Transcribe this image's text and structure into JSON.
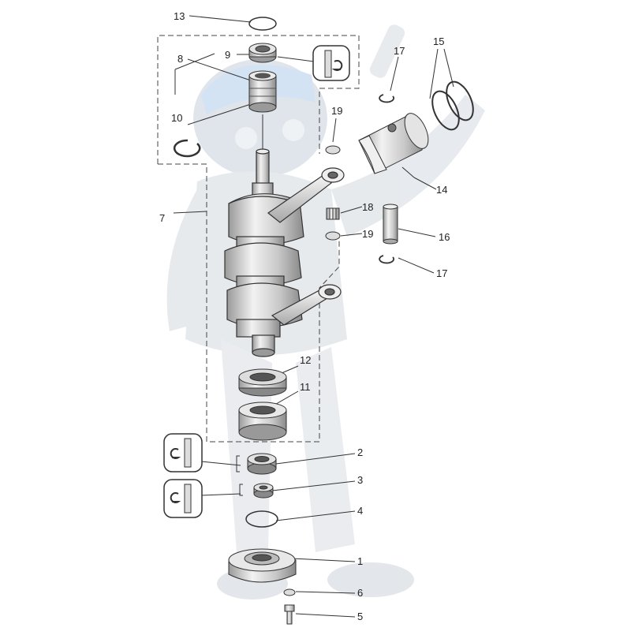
{
  "callouts": {
    "c1": "1",
    "c2": "2",
    "c3": "3",
    "c4": "4",
    "c5": "5",
    "c6": "6",
    "c7": "7",
    "c8": "8",
    "c9": "9",
    "c10": "10",
    "c11": "11",
    "c12": "12",
    "c13": "13",
    "c14": "14",
    "c15": "15",
    "c16": "16",
    "c17a": "17",
    "c17b": "17",
    "c18": "18",
    "c19a": "19",
    "c19b": "19"
  },
  "colors": {
    "line": "#333333",
    "dash": "#444444",
    "part_light": "#e6e6e6",
    "part_mid": "#bdbdbd",
    "part_dark": "#7a7a7a",
    "watermark": "#dde3ea",
    "watermark_blue": "#cfe0f2"
  },
  "icons": {
    "grease_top": "grease-fitting-icon",
    "grease_mid": "grease-fitting-icon",
    "grease_bottom": "grease-fitting-icon"
  }
}
